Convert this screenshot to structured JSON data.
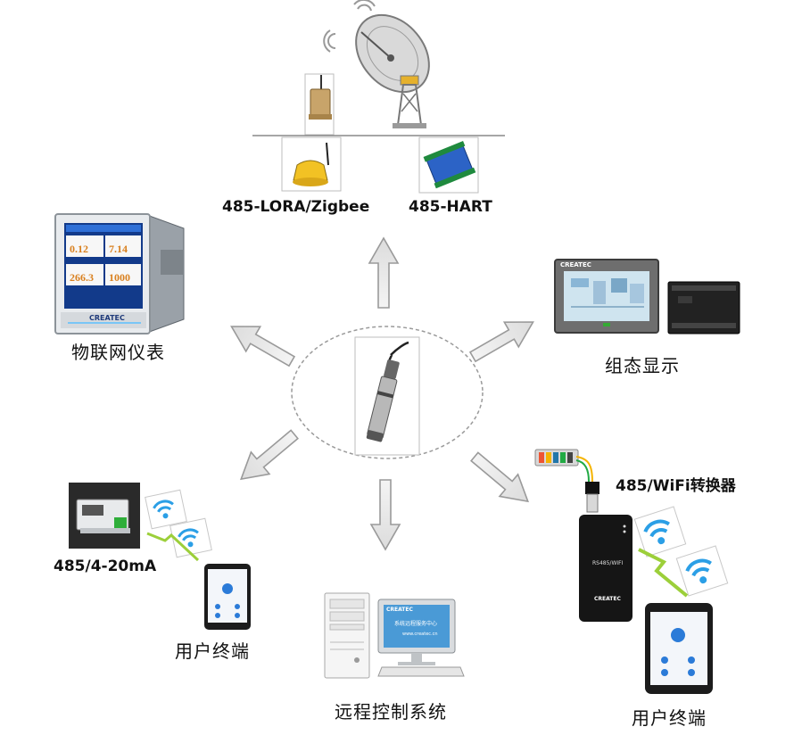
{
  "center": {
    "device": "water-quality-sensor-probe"
  },
  "top": {
    "labels": [
      "485-LORA/Zigbee",
      "485-HART"
    ]
  },
  "left_upper": {
    "label": "物联网仪表",
    "screen": {
      "v1": "0.12",
      "v2": "7.14",
      "v3": "266.3",
      "v4": "1000"
    },
    "brand": "CREATEC"
  },
  "right_upper": {
    "label": "组态显示",
    "brand": "CREATEC"
  },
  "left_lower": {
    "label": "485/4-20mA",
    "terminal_label": "用户终端"
  },
  "bottom": {
    "label": "远程控制系统",
    "monitor_brand": "CREATEC",
    "monitor_text": "系统远程服务中心",
    "monitor_url": "www.createc.cn"
  },
  "right_lower": {
    "label": "485/WiFi转换器",
    "dongle_text": "RS485/WIFI",
    "dongle_brand": "CREATEC",
    "terminal_label": "用户终端"
  }
}
